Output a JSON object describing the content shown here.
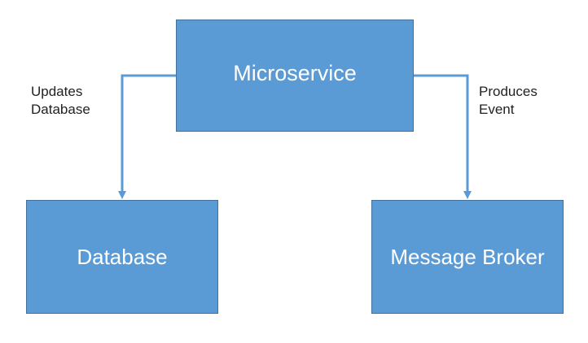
{
  "diagram": {
    "nodes": {
      "microservice": "Microservice",
      "database": "Database",
      "message_broker": "Message Broker"
    },
    "edges": [
      {
        "from": "microservice",
        "to": "database",
        "label": "Updates\nDatabase"
      },
      {
        "from": "microservice",
        "to": "message_broker",
        "label": "Produces\nEvent"
      }
    ]
  },
  "colors": {
    "box_fill": "#5b9bd5",
    "box_border": "#41719c",
    "connector": "#5b9bd5",
    "box_text": "#ffffff",
    "label_text": "#222222"
  }
}
